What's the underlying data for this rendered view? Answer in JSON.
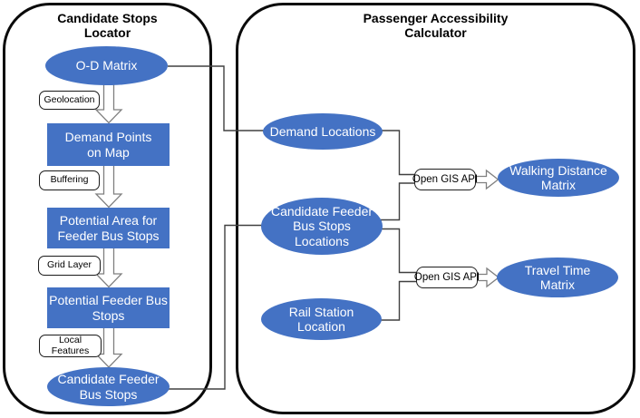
{
  "figure": {
    "type": "flow-diagram",
    "background": "#ffffff"
  },
  "colors": {
    "node_fill_blue": "#4472C4",
    "node_text": "#ffffff",
    "panel_border": "#0a0a0a",
    "connector_line": "#404040",
    "block_arrow_outline": "#7f7f7f",
    "block_arrow_fill": "#ffffff",
    "label_box_fill": "#ffffff",
    "label_box_text": "#000000"
  },
  "left_panel": {
    "title": "Candidate Stops\nLocator",
    "od_matrix": "O-D Matrix",
    "geolocation_label": "Geolocation",
    "demand_points": "Demand Points\non Map",
    "buffering_label": "Buffering",
    "potential_area": "Potential Area for\nFeeder Bus Stops",
    "grid_layer_label": "Grid Layer",
    "potential_stops": "Potential Feeder Bus\nStops",
    "local_features_label": "Local\nFeatures",
    "candidate_stops": "Candidate Feeder\nBus Stops"
  },
  "right_panel": {
    "title": "Passenger Accessibility\nCalculator",
    "demand_locations": "Demand Locations",
    "cfbs_locations": "Candidate Feeder\nBus Stops\nLocations",
    "rail_station": "Rail Station\nLocation",
    "open_gis_api_1": "Open GIS API",
    "open_gis_api_2": "Open GIS API",
    "walking_distance_matrix": "Walking Distance\nMatrix",
    "travel_time_matrix": "Travel Time\nMatrix"
  }
}
